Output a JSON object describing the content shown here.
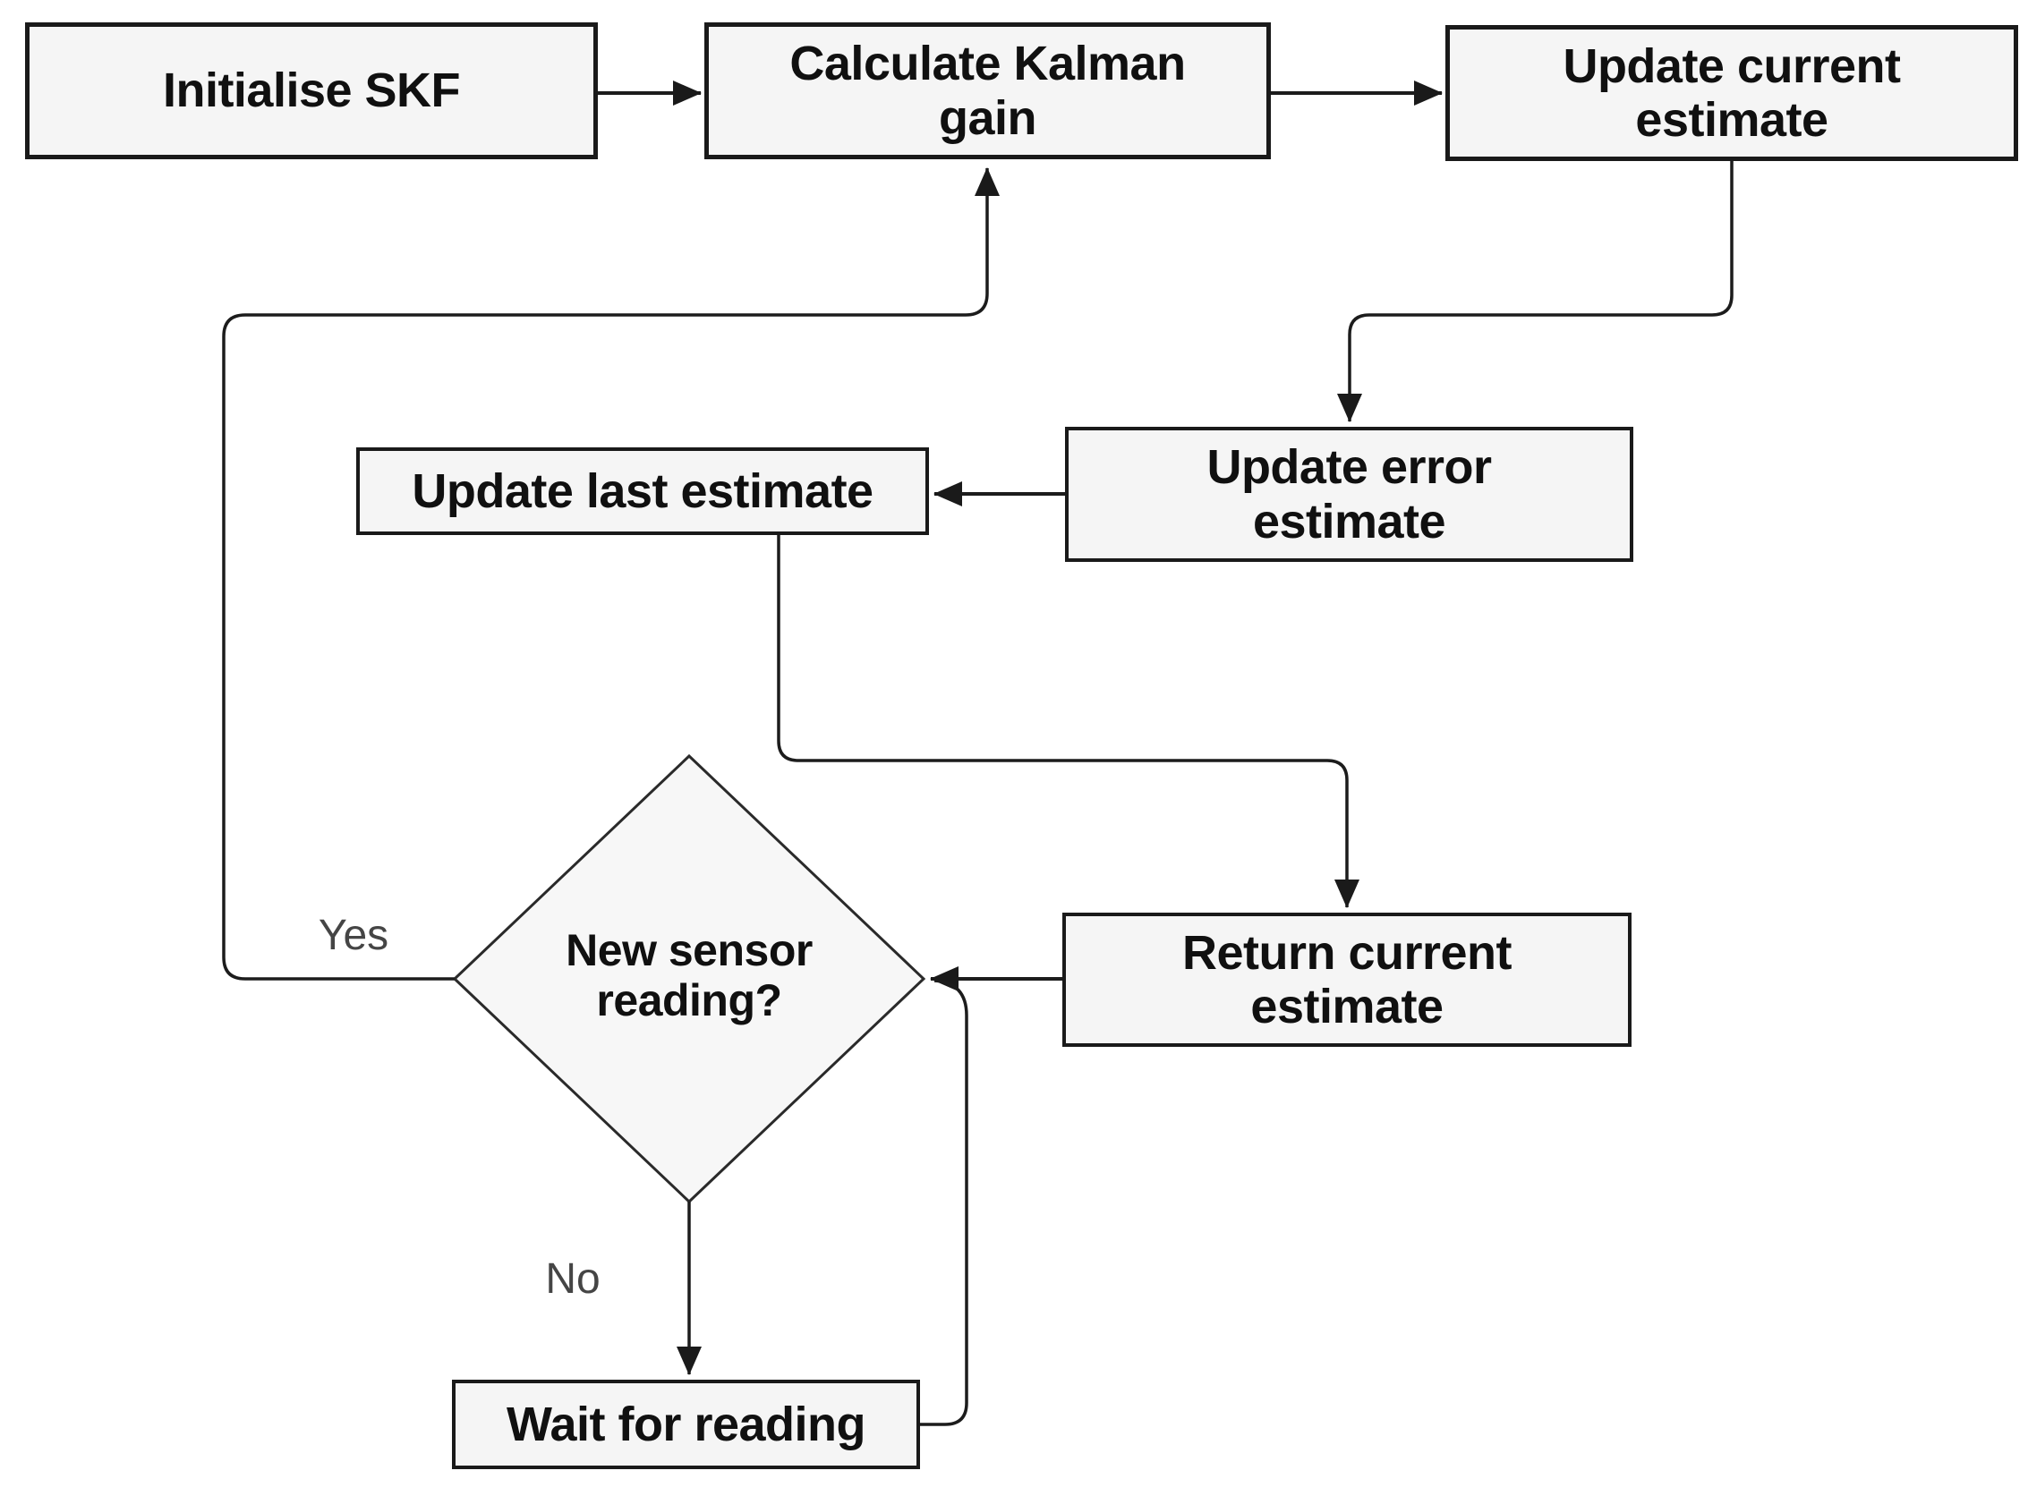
{
  "diagram": {
    "nodes": {
      "initialise": {
        "label": "Initialise SKF"
      },
      "calc_gain": {
        "label": "Calculate Kalman\ngain"
      },
      "update_current": {
        "label": "Update current\nestimate"
      },
      "update_error": {
        "label": "Update error\nestimate"
      },
      "update_last": {
        "label": "Update last estimate"
      },
      "decision": {
        "label": "New sensor\nreading?"
      },
      "return_current": {
        "label": "Return current\nestimate"
      },
      "wait": {
        "label": "Wait for reading"
      }
    },
    "edge_labels": {
      "yes": "Yes",
      "no": "No"
    },
    "colors": {
      "background": "#ffffff",
      "node_fill": "#f5f5f5",
      "node_border": "#1a1a1a",
      "connector": "#1c1c1c",
      "label_text": "#101010",
      "edge_label_text": "#454545"
    }
  }
}
